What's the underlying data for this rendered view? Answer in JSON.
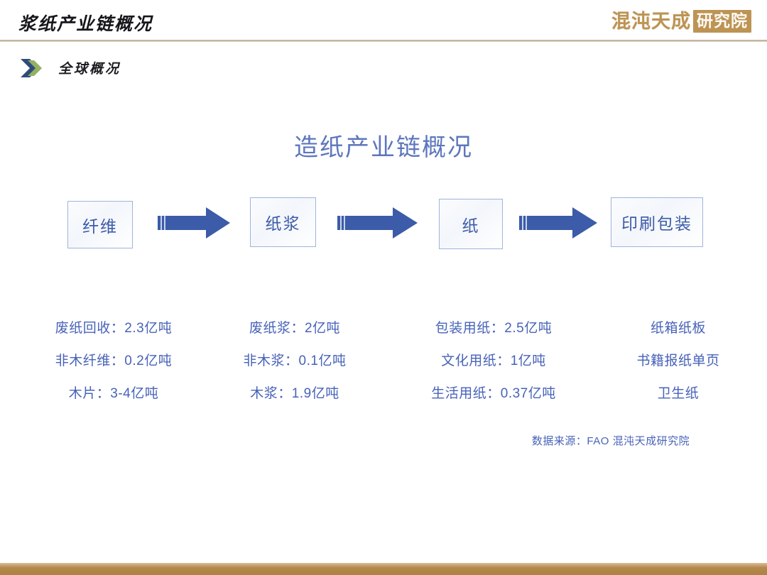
{
  "header": {
    "title": "浆纸产业链概况",
    "logo": {
      "seal_text": "混沌天成",
      "box_text": "研究院",
      "color": "#bd9454"
    },
    "rule_color": "#bfae99"
  },
  "section": {
    "bullet_icon": "double-chevron-icon",
    "label": "全球概况",
    "chevron_outer_color": "#2e4c7a",
    "chevron_inner_color": "#95b063"
  },
  "diagram": {
    "title": "造纸产业链概况",
    "title_color": "#5d76bd",
    "box_border_color": "#9fb4dc",
    "box_text_color": "#3c5ba8",
    "arrow_color": "#3c5ba8",
    "stages": [
      {
        "label": "纤维"
      },
      {
        "label": "纸浆"
      },
      {
        "label": "纸"
      },
      {
        "label": "印刷包装"
      }
    ],
    "arrows": [
      {
        "name": "arrow-fiber-to-pulp"
      },
      {
        "name": "arrow-pulp-to-paper"
      },
      {
        "name": "arrow-paper-to-print"
      }
    ]
  },
  "data_columns": [
    {
      "name": "fiber-inputs",
      "items": [
        "废纸回收：2.3亿吨",
        "非木纤维：0.2亿吨",
        "木片：3-4亿吨"
      ]
    },
    {
      "name": "pulp-outputs",
      "items": [
        "废纸浆：2亿吨",
        "非木浆：0.1亿吨",
        "木浆：1.9亿吨"
      ]
    },
    {
      "name": "paper-outputs",
      "items": [
        "包装用纸：2.5亿吨",
        "文化用纸：1亿吨",
        "生活用纸：0.37亿吨"
      ]
    },
    {
      "name": "print-packaging-outputs",
      "items": [
        "纸箱纸板",
        "书籍报纸单页",
        "卫生纸"
      ]
    }
  ],
  "source_note": "数据来源：FAO  混沌天成研究院",
  "footer": {
    "bar_color": "#b5884c"
  },
  "chart_data": {
    "type": "diagram",
    "title": "造纸产业链概况",
    "flow": [
      "纤维",
      "纸浆",
      "纸",
      "印刷包装"
    ],
    "columns": [
      {
        "stage": "纤维",
        "entries": [
          {
            "label": "废纸回收",
            "value": 2.3,
            "unit": "亿吨"
          },
          {
            "label": "非木纤维",
            "value": 0.2,
            "unit": "亿吨"
          },
          {
            "label": "木片",
            "value": "3-4",
            "unit": "亿吨"
          }
        ]
      },
      {
        "stage": "纸浆",
        "entries": [
          {
            "label": "废纸浆",
            "value": 2,
            "unit": "亿吨"
          },
          {
            "label": "非木浆",
            "value": 0.1,
            "unit": "亿吨"
          },
          {
            "label": "木浆",
            "value": 1.9,
            "unit": "亿吨"
          }
        ]
      },
      {
        "stage": "纸",
        "entries": [
          {
            "label": "包装用纸",
            "value": 2.5,
            "unit": "亿吨"
          },
          {
            "label": "文化用纸",
            "value": 1,
            "unit": "亿吨"
          },
          {
            "label": "生活用纸",
            "value": 0.37,
            "unit": "亿吨"
          }
        ]
      },
      {
        "stage": "印刷包装",
        "entries": [
          {
            "label": "纸箱纸板",
            "value": null,
            "unit": ""
          },
          {
            "label": "书籍报纸单页",
            "value": null,
            "unit": ""
          },
          {
            "label": "卫生纸",
            "value": null,
            "unit": ""
          }
        ]
      }
    ],
    "source": "数据来源：FAO  混沌天成研究院"
  }
}
